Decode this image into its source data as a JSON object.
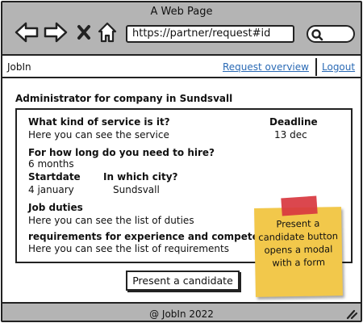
{
  "window": {
    "title": "A Web Page"
  },
  "browser": {
    "url": "https://partner/request#id",
    "icons": [
      "back-arrow-icon",
      "forward-arrow-icon",
      "close-x-icon",
      "home-icon",
      "search-icon"
    ]
  },
  "appbar": {
    "brand": "JobIn",
    "links": {
      "request_overview": "Request overview",
      "logout": "Logout"
    }
  },
  "page": {
    "title": "Administrator for company in Sundsvall"
  },
  "request": {
    "service_label": "What kind of service is it?",
    "service_value": "Here you can see the service",
    "deadline_label": "Deadline",
    "deadline_value": "13 dec",
    "duration_label": "For how long do you need to hire?",
    "duration_value": "6 months",
    "startdate_label": "Startdate",
    "startdate_value": "4 january",
    "city_label": "In which city?",
    "city_value": "Sundsvall",
    "duties_label": "Job duties",
    "duties_value": "Here you can see the list of duties",
    "requirements_label": "requirements for experience and competence",
    "requirements_value": "Here you can see the list of requirements"
  },
  "actions": {
    "present_candidate": "Present a candidate"
  },
  "note": {
    "text": "Present a candidate button opens a modal with a form",
    "color": "#f2c84b",
    "tape_color": "#d8373f"
  },
  "footer": {
    "text": "@ JobIn 2022"
  },
  "colors": {
    "chrome": "#b4b4b4",
    "link": "#2a6ab5"
  }
}
